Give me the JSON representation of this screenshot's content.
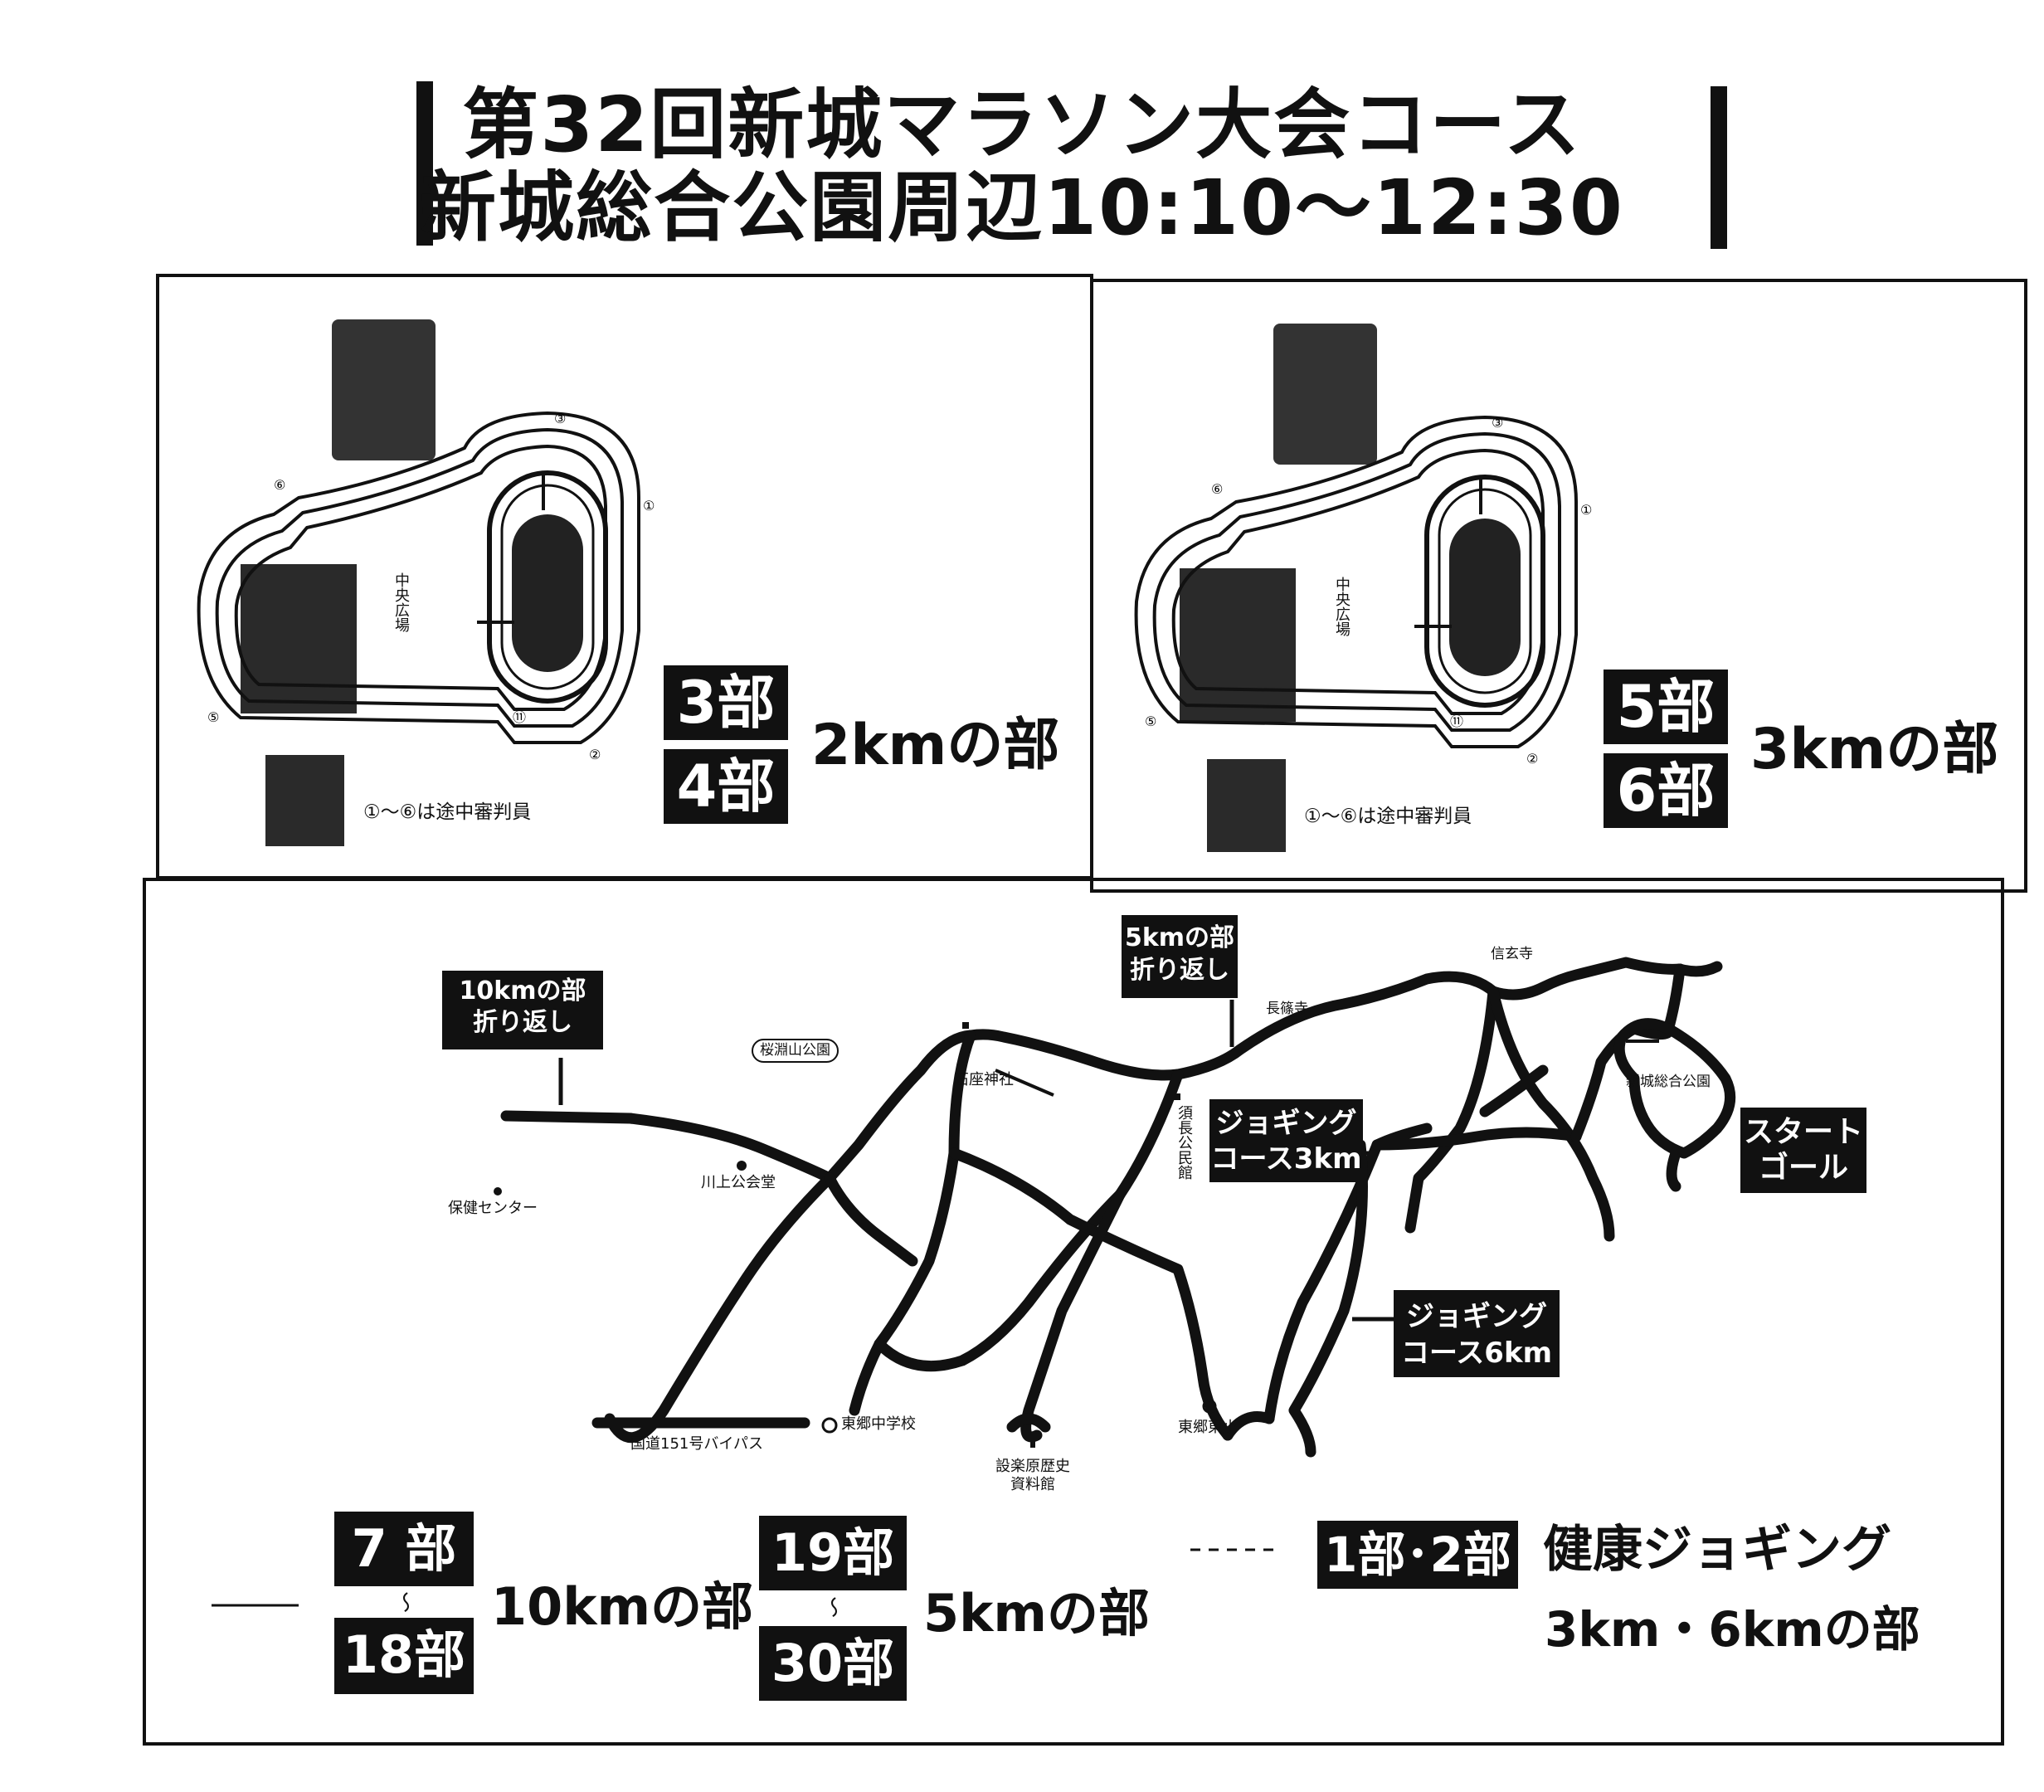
{
  "title": {
    "line1": "第32回新城マラソン大会コース",
    "line2": "新城総合公園周辺10:10～12:30"
  },
  "panel_2km": {
    "badge_a": "3部",
    "badge_b": "4部",
    "label": "2kmの部",
    "plaza_label": "中央広場",
    "note": "①～⑥は途中審判員"
  },
  "panel_3km": {
    "badge_a": "5部",
    "badge_b": "6部",
    "label": "3kmの部",
    "plaza_label": "中央広場",
    "note": "①～⑥は途中審判員"
  },
  "map": {
    "turn_10k": "10kmの部\n折り返し",
    "turn_5k": "5kmの部\n折り返し",
    "start_goal": "スタート\nゴール",
    "jog3": "ジョギング\nコース3km",
    "jog6": "ジョギング\nコース6km",
    "places": {
      "park": "新城総合公園",
      "mountain_park": "桜淵山公園",
      "shrine": "石座神社",
      "kawakami": "川上公会堂",
      "health_center": "保健センター",
      "hall": "須長公民館",
      "school": "東郷中学校",
      "east_elem": "東郷東小",
      "bypass": "国道151号バイパス",
      "museum": "設楽原歴史資料館",
      "temple1": "長篠寺",
      "temple2": "信玄寺"
    }
  },
  "legend": {
    "g10_top": "7 部",
    "g10_bottom": "18部",
    "g10_label": "10kmの部",
    "g5_top": "19部",
    "g5_bottom": "30部",
    "g5_label": "5kmの部",
    "tilde": "～",
    "jog_badge": "1部･2部",
    "jog_line1": "健康ジョギング",
    "jog_line2": "3km・6kmの部"
  }
}
